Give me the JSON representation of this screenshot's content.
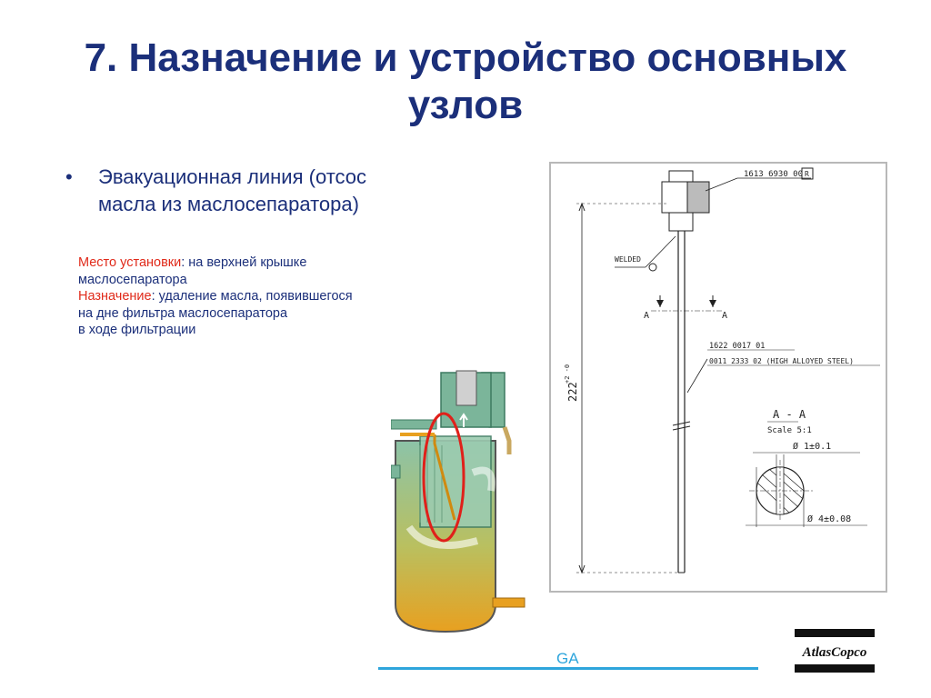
{
  "slide": {
    "title_line1": "7. Назначение и устройство основных",
    "title_line2": "узлов",
    "bullet_marker": "•",
    "bullet_line1": "Эвакуационная линия (отсос",
    "bullet_line2": "масла из маслосепаратора)",
    "install_label": "Место установки",
    "install_text_1": ": на верхней крышке",
    "install_text_2": "маслосепаратора",
    "purpose_label": "Назначение",
    "purpose_text_1": ": удаление масла, появившегося",
    "purpose_text_2": "на дне фильтра маслосепаратора",
    "purpose_text_3": "в ходе фильтрации"
  },
  "drawing": {
    "part_number_top": "1613 6930 00",
    "revision_box": "R",
    "weld_label": "WELDED",
    "section_marker": "A",
    "part_number_mid_1": "1622 0017 01",
    "part_number_mid_2": "0011 2333 02 (HIGH ALLOYED STEEL)",
    "length_dim": "222",
    "length_tol": "+2\n-0",
    "section_title": "A - A",
    "section_scale": "Scale 5:1",
    "inner_diameter": "Ø 1±0.1",
    "outer_diameter": "Ø 4±0.08"
  },
  "footer": {
    "ga_label": "GA",
    "logo_text": "AtlasCopco"
  },
  "colors": {
    "title": "#1b2f7a",
    "label_red": "#e02a1a",
    "footer_line": "#2ea5dc",
    "oil": "#e8a020",
    "vessel": "#7bb59a"
  }
}
